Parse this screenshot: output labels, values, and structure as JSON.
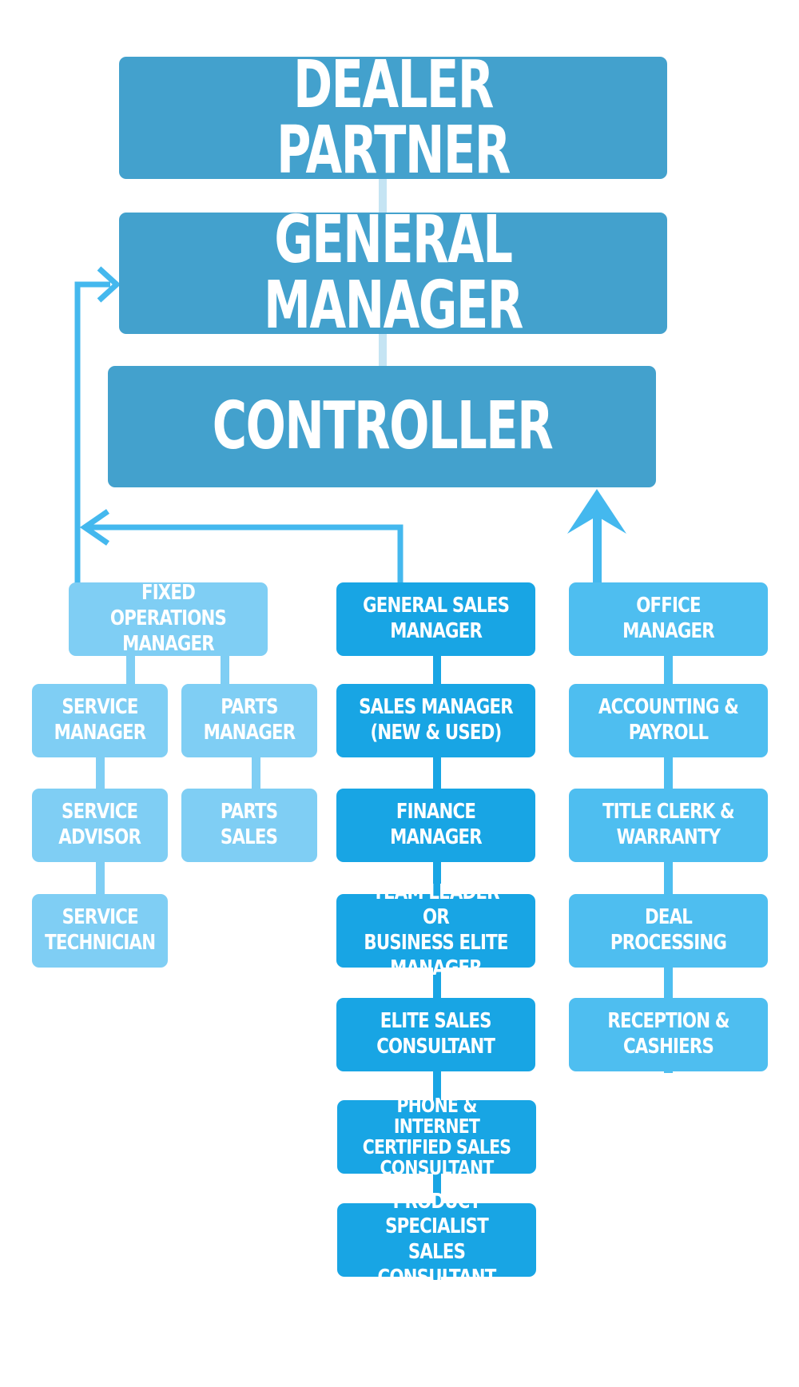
{
  "top": {
    "dealer_partner": "DEALER PARTNER",
    "general_manager": "GENERAL MANAGER",
    "controller": "CONTROLLER"
  },
  "fixed_ops": {
    "manager": "FIXED OPERATIONS\nMANAGER",
    "service_manager": "SERVICE\nMANAGER",
    "service_advisor": "SERVICE\nADVISOR",
    "service_technician": "SERVICE\nTECHNICIAN",
    "parts_manager": "PARTS\nMANAGER",
    "parts_sales": "PARTS\nSALES"
  },
  "sales": {
    "general_sales_manager": "GENERAL SALES\nMANAGER",
    "sales_manager": "SALES MANAGER\n(NEW & USED)",
    "finance_manager": "FINANCE MANAGER",
    "team_leader": "TEAM LEADER OR\nBUSINESS ELITE MANAGER",
    "elite_sales_consultant": "ELITE SALES\nCONSULTANT",
    "phone_internet": "PHONE & INTERNET\nCERTIFIED SALES\nCONSULTANT",
    "product_specialist": "PRODUCT SPECIALIST\nSALES CONSULTANT"
  },
  "office": {
    "office_manager": "OFFICE MANAGER",
    "accounting_payroll": "ACCOUNTING & PAYROLL",
    "title_clerk": "TITLE CLERK &\nWARRANTY",
    "deal_processing": "DEAL PROCESSING",
    "reception": "RECEPTION & CASHIERS"
  },
  "colors": {
    "top_boxes": "#43a1cd",
    "fixed_operations": "#7fcef4",
    "sales": "#18a5e4",
    "office": "#4ebef0",
    "arrow": "#44b8ee",
    "arrow_light": "#c5e4f3"
  }
}
